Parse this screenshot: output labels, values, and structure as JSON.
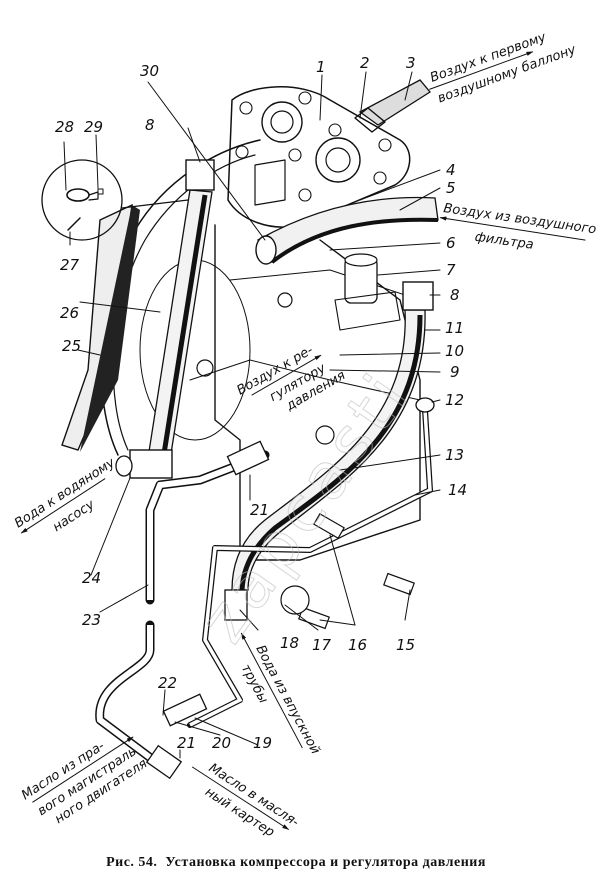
{
  "figure": {
    "caption_number": "Рис. 54.",
    "caption_title": "Установка компрессора и регулятора давления",
    "watermark": "zapcasti"
  },
  "callouts": [
    {
      "id": "1",
      "label": "1"
    },
    {
      "id": "2",
      "label": "2"
    },
    {
      "id": "3",
      "label": "3"
    },
    {
      "id": "4",
      "label": "4"
    },
    {
      "id": "5",
      "label": "5"
    },
    {
      "id": "6",
      "label": "6"
    },
    {
      "id": "7",
      "label": "7"
    },
    {
      "id": "8a",
      "label": "8"
    },
    {
      "id": "8b",
      "label": "8"
    },
    {
      "id": "9",
      "label": "9"
    },
    {
      "id": "10",
      "label": "10"
    },
    {
      "id": "11",
      "label": "11"
    },
    {
      "id": "12",
      "label": "12"
    },
    {
      "id": "13",
      "label": "13"
    },
    {
      "id": "14",
      "label": "14"
    },
    {
      "id": "15",
      "label": "15"
    },
    {
      "id": "16",
      "label": "16"
    },
    {
      "id": "17",
      "label": "17"
    },
    {
      "id": "18",
      "label": "18"
    },
    {
      "id": "19",
      "label": "19"
    },
    {
      "id": "20",
      "label": "20"
    },
    {
      "id": "21a",
      "label": "21"
    },
    {
      "id": "21b",
      "label": "21"
    },
    {
      "id": "22",
      "label": "22"
    },
    {
      "id": "23",
      "label": "23"
    },
    {
      "id": "24",
      "label": "24"
    },
    {
      "id": "25",
      "label": "25"
    },
    {
      "id": "26",
      "label": "26"
    },
    {
      "id": "27",
      "label": "27"
    },
    {
      "id": "28",
      "label": "28"
    },
    {
      "id": "29",
      "label": "29"
    },
    {
      "id": "30",
      "label": "30"
    }
  ],
  "annotations": {
    "air_to_first_tank": [
      "Воздух к первому",
      "воздушному баллону"
    ],
    "air_from_filter": [
      "Воздух из воздушного",
      "фильтра"
    ],
    "air_to_regulator": [
      "Воздух к ре-",
      "гулятору",
      "давления"
    ],
    "water_to_pump": [
      "Вода к водяному",
      "насосу"
    ],
    "water_from_intake": [
      "Вода из впускной",
      "трубы"
    ],
    "oil_from_main": [
      "Масло из пра-",
      "вого магистраль",
      "ного двигателя"
    ],
    "oil_to_crankcase": [
      "Масло в масля-",
      "ный картер"
    ]
  }
}
